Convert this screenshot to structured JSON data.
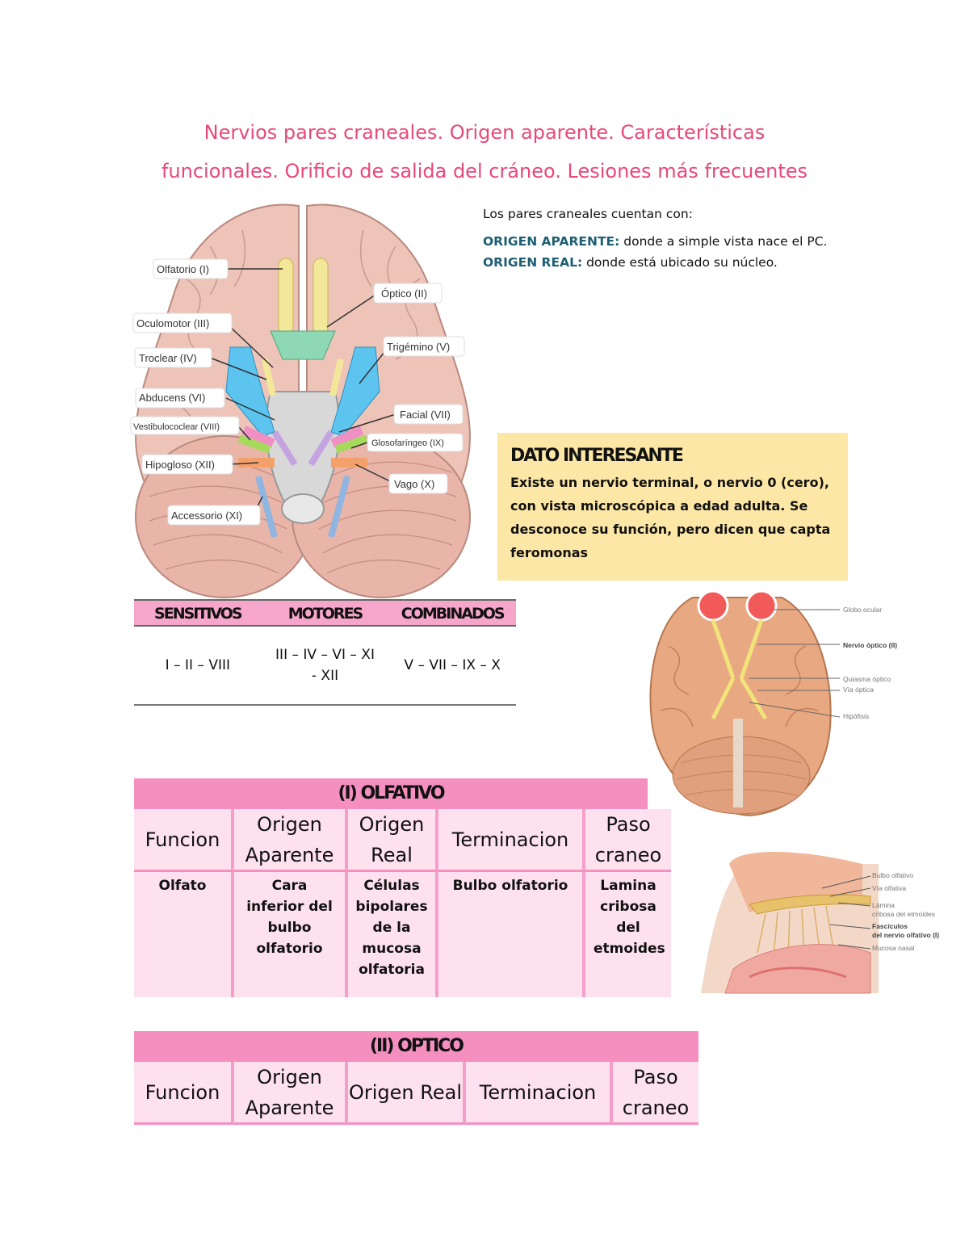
{
  "title": {
    "line1": "Nervios pares craneales. Origen aparente. Características",
    "line2": "funcionales. Orificio de salida del cráneo. Lesiones más frecuentes"
  },
  "intro": {
    "lead": "Los pares craneales cuentan con:",
    "aparente_label": "ORIGEN APARENTE:",
    "aparente_text": " donde a simple vista nace el PC.",
    "real_label": "ORIGEN REAL:",
    "real_text": " donde está ubicado su núcleo."
  },
  "brain_labels": {
    "olfatorio": "Olfatorio (I)",
    "optico": "Óptico (II)",
    "oculomotor": "Oculomotor (III)",
    "troclear": "Troclear (IV)",
    "trigemino": "Trigémino (V)",
    "abducens": "Abducens (VI)",
    "facial": "Facial (VII)",
    "vestibulococlear": "Vestibulococlear (VIII)",
    "glosofaringeo": "Glosofaríngeo (IX)",
    "vago": "Vago (X)",
    "accesorio": "Accessorio (XI)",
    "hipogloso": "Hipogloso (XII)"
  },
  "dato": {
    "heading": "DATO INTERESANTE",
    "body": "Existe un nervio terminal, o nervio 0 (cero), con vista microscópica a edad adulta. Se desconoce su función, pero dicen que capta feromonas"
  },
  "types": {
    "headers": [
      "SENSITIVOS",
      "MOTORES",
      "COMBINADOS"
    ],
    "values": [
      "I – II – VIII",
      "III – IV – VI – XI - XII",
      "V – VII – IX – X"
    ]
  },
  "optic_fig_labels": {
    "globo": "Globo ocular",
    "nervio": "Nervio óptico (II)",
    "quiasma": "Quiasma óptico",
    "via": "Vía óptica",
    "hipofisis": "Hipófisis"
  },
  "olf_fig_labels": {
    "bulbo": "Bulbo olfativo",
    "via": "Vía olfativa",
    "lamina1": "Lámina",
    "lamina2": "cribosa del etmoides",
    "fasc1": "Fascículos",
    "fasc2": "del nervio olfativo (I)",
    "mucosa": "Mucosa nasal"
  },
  "table1": {
    "title": "(I) OLFATIVO",
    "headers": [
      "Funcion",
      "Origen Aparente",
      "Origen Real",
      "Terminacion",
      "Paso craneo"
    ],
    "values": [
      "Olfato",
      "Cara inferior del bulbo olfatorio",
      "Células bipolares de la mucosa olfatoria",
      "Bulbo olfatorio",
      "Lamina cribosa del etmoides"
    ]
  },
  "table2": {
    "title": "(II) OPTICO",
    "headers": [
      "Funcion",
      "Origen Aparente",
      "Origen Real",
      "Terminacion",
      "Paso craneo"
    ]
  }
}
